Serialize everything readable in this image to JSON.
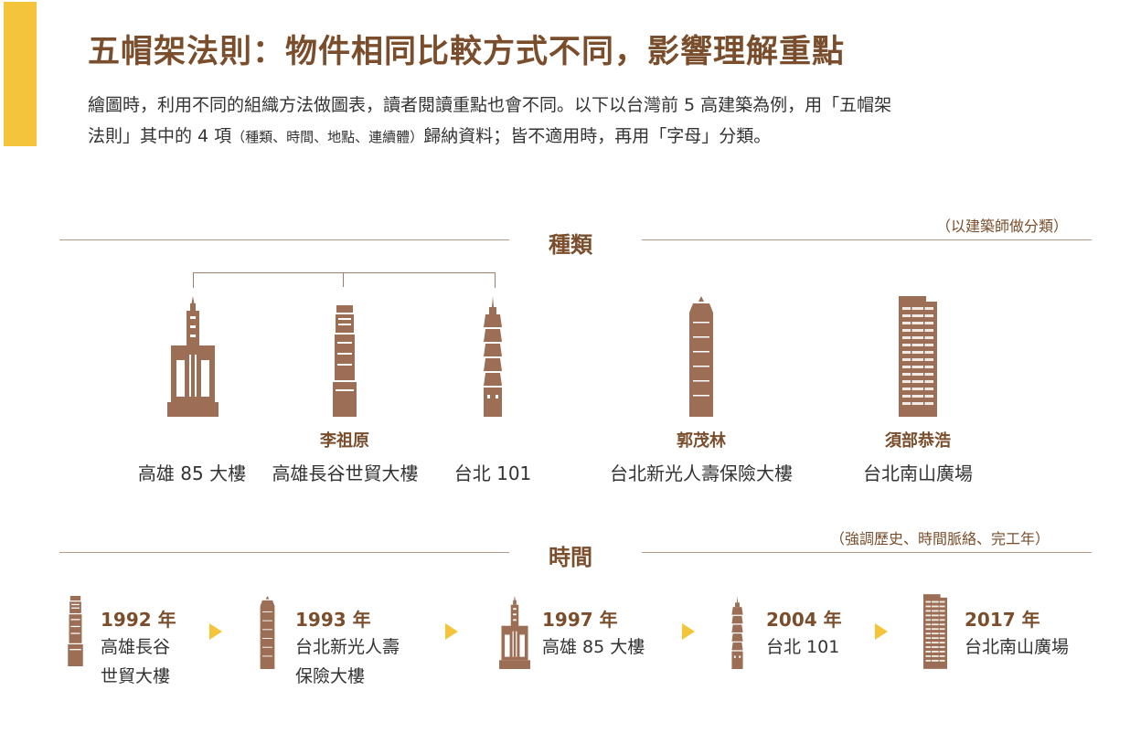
{
  "header": {
    "title": "五帽架法則：物件相同比較方式不同，影響理解重點",
    "intro_line1": "繪圖時，利用不同的組織方法做圖表，讀者閱讀重點也會不同。以下以台灣前 5 高建築為例，用「五帽架",
    "intro_line2_a": "法則」其中的 4 項",
    "intro_line2_b": "（種類、時間、地點、連續體）",
    "intro_line2_c": "歸納資料；皆不適用時，再用「字母」分類。"
  },
  "categories": {
    "title": "種類",
    "note": "（以建築師做分類）",
    "architects": [
      "李祖原",
      "郭茂林",
      "須部恭浩"
    ],
    "buildings": [
      "高雄 85 大樓",
      "高雄長谷世貿大樓",
      "台北 101",
      "台北新光人壽保險大樓",
      "台北南山廣場"
    ],
    "icons": [
      "kaohsiung-85-tower-icon",
      "chang-gu-world-trade-center-icon",
      "taipei-101-icon",
      "shin-kong-life-tower-icon",
      "nanshan-plaza-icon"
    ]
  },
  "time": {
    "title": "時間",
    "note": "（強調歷史、時間脈絡、完工年）",
    "items": [
      {
        "year": "1992 年",
        "name_line1": "高雄長谷",
        "name_line2": "世貿大樓"
      },
      {
        "year": "1993 年",
        "name_line1": "台北新光人壽",
        "name_line2": "保險大樓"
      },
      {
        "year": "1997 年",
        "name_line1": "高雄 85 大樓",
        "name_line2": ""
      },
      {
        "year": "2004 年",
        "name_line1": "台北 101",
        "name_line2": ""
      },
      {
        "year": "2017 年",
        "name_line1": "台北南山廣場",
        "name_line2": ""
      }
    ]
  },
  "colors": {
    "accent": "#f4c53a",
    "brown": "#7a4e2c",
    "building": "#9b6e55"
  }
}
